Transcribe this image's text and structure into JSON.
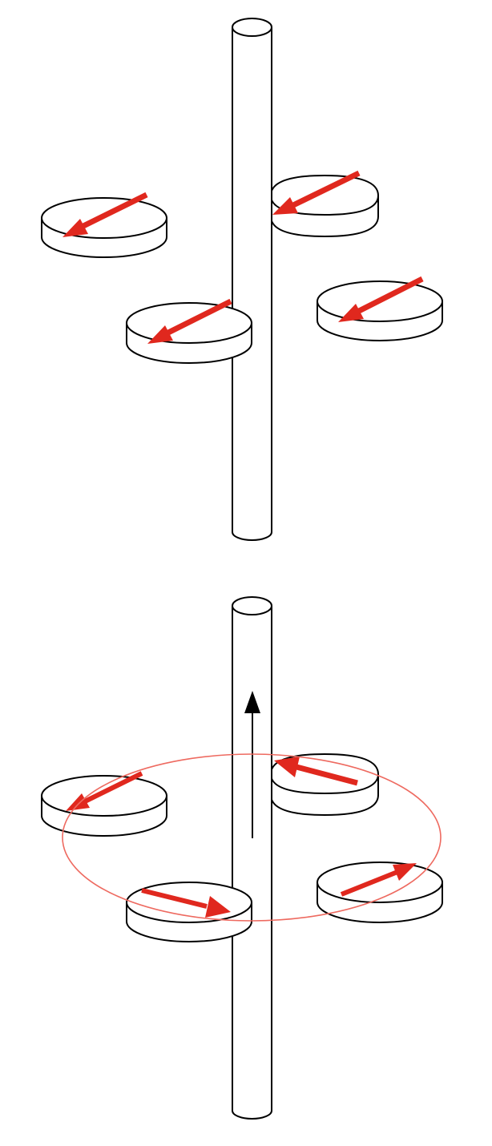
{
  "colors": {
    "background": "#ffffff",
    "outline": "#000000",
    "needle": "#e0281e",
    "field_line": "#ee6a60",
    "current_arrow": "#000000"
  },
  "panels": [
    {
      "id": "no-current",
      "current_flowing": false,
      "compasses": [
        {
          "id": "left",
          "needle_direction": "down-left"
        },
        {
          "id": "front",
          "needle_direction": "down-left"
        },
        {
          "id": "back",
          "needle_direction": "down-left"
        },
        {
          "id": "right",
          "needle_direction": "down-left"
        }
      ]
    },
    {
      "id": "with-current",
      "current_flowing": true,
      "current_direction": "up",
      "field_loop": "circular",
      "compasses": [
        {
          "id": "left",
          "needle_direction": "down-left"
        },
        {
          "id": "front",
          "needle_direction": "right"
        },
        {
          "id": "back",
          "needle_direction": "left"
        },
        {
          "id": "right",
          "needle_direction": "up-right"
        }
      ]
    }
  ]
}
